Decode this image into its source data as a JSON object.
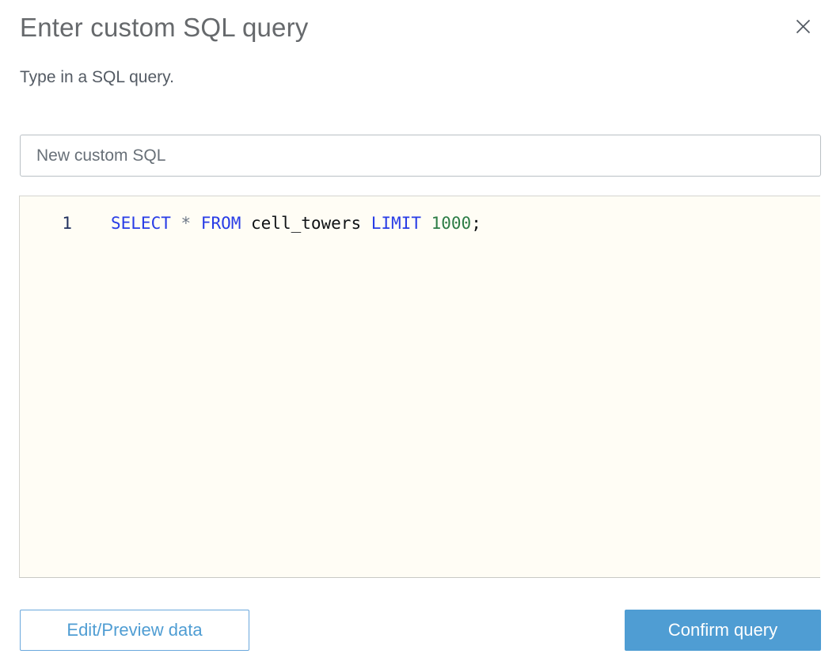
{
  "dialog": {
    "title": "Enter custom SQL query",
    "subtitle": "Type in a SQL query."
  },
  "name_input": {
    "value": "New custom SQL"
  },
  "editor": {
    "lines": [
      {
        "number": "1",
        "tokens": [
          {
            "type": "keyword",
            "text": "SELECT"
          },
          {
            "type": "operator",
            "text": " * "
          },
          {
            "type": "keyword",
            "text": "FROM"
          },
          {
            "type": "plain",
            "text": " cell_towers "
          },
          {
            "type": "keyword",
            "text": "LIMIT"
          },
          {
            "type": "number",
            "text": " 1000"
          },
          {
            "type": "plain",
            "text": ";"
          }
        ]
      }
    ]
  },
  "footer": {
    "edit_preview_label": "Edit/Preview data",
    "confirm_label": "Confirm query"
  },
  "colors": {
    "accent_blue": "#4f9dd3",
    "keyword_blue": "#283ce6",
    "number_green": "#2d7d46",
    "line_number_navy": "#23325f",
    "title_gray": "#66696c",
    "editor_background": "#fffdf5"
  }
}
